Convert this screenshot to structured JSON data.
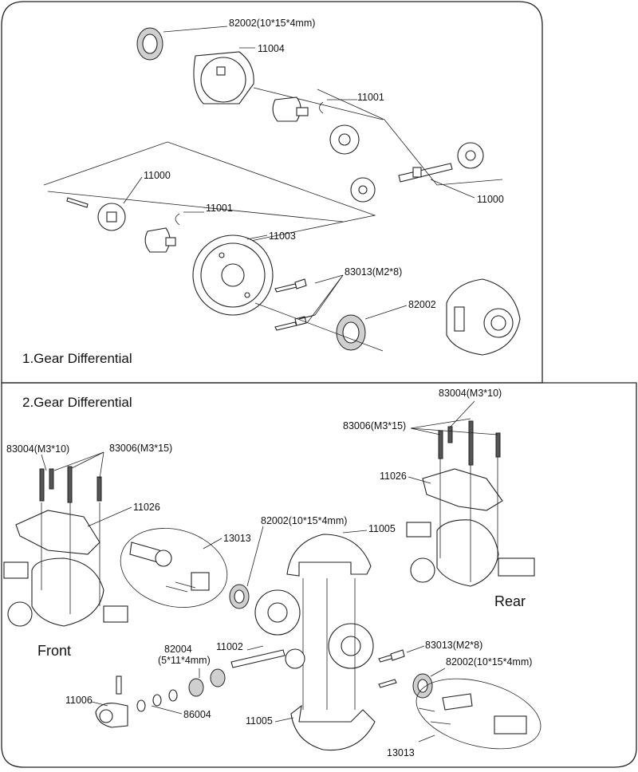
{
  "panel1": {
    "title": "1.Gear Differential",
    "labels": {
      "bearing_top": "82002(10*15*4mm)",
      "case": "11004",
      "pin_gear_top": "11001",
      "shaft_mid": "11000",
      "shaft_left": "11000",
      "pin_gear_left": "11001",
      "ring_gear": "11003",
      "screws": "83013(M2*8)",
      "bearing_bottom": "82002"
    }
  },
  "panel2": {
    "title": "2.Gear Differential",
    "labels": {
      "left_screw_a": "83004(M3*10)",
      "left_screw_b": "83006(M3*15)",
      "left_brace": "11026",
      "right_screw_a": "83004(M3*10)",
      "right_screw_b": "83006(M3*15)",
      "right_brace": "11026",
      "cup_joint": "13013",
      "bearing_center": "82002(10*15*4mm)",
      "housing_top": "11005",
      "bearing_small": "82004",
      "bearing_small_size": "(5*11*4mm)",
      "shaft": "11002",
      "screws_center": "83013(M2*8)",
      "bearing_right": "82002(10*15*4mm)",
      "pinion": "11006",
      "shims": "86004",
      "housing_bottom": "11005",
      "cup_joint_bottom": "13013",
      "front": "Front",
      "rear": "Rear"
    }
  }
}
